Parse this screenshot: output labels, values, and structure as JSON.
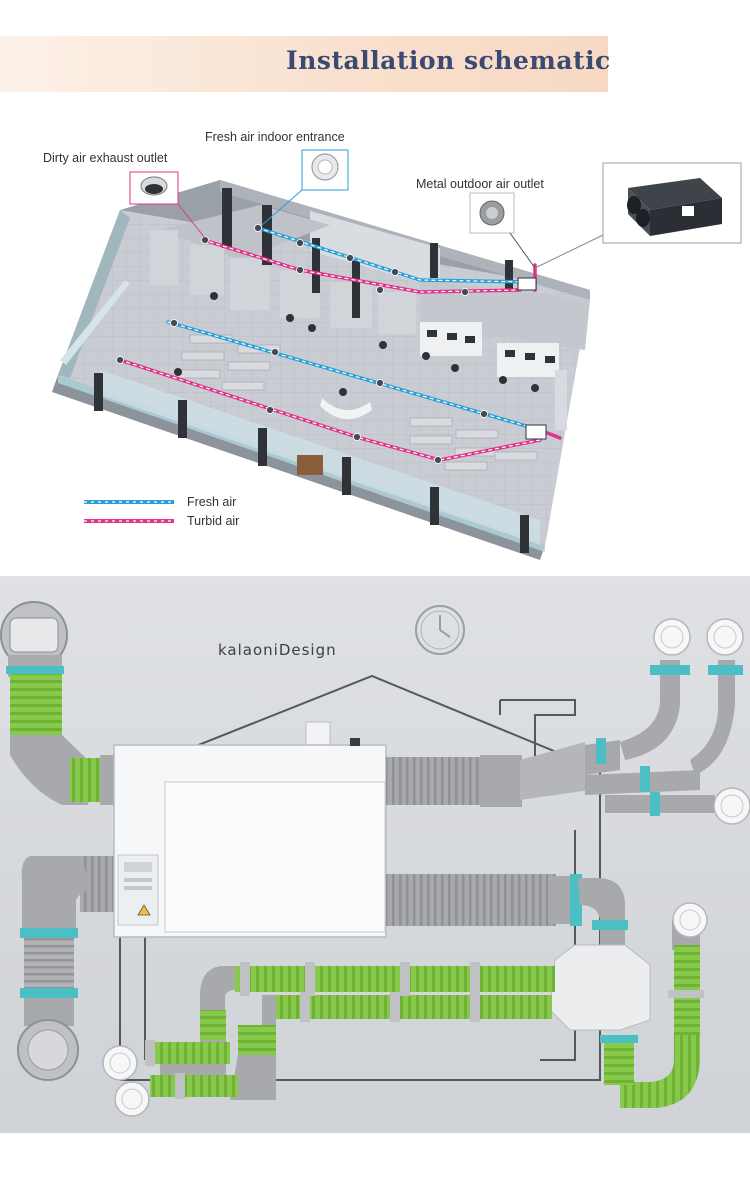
{
  "header": {
    "title": "Installation  schematic"
  },
  "callouts": {
    "fresh_air_indoor_entrance": "Fresh air indoor entrance",
    "dirty_air_exhaust_outlet": "Dirty air exhaust outlet",
    "metal_outdoor_air_outlet": "Metal outdoor air outlet"
  },
  "legend": {
    "fresh_air": "Fresh air",
    "turbid_air": "Turbid air"
  },
  "photo": {
    "brand": "kalaoniDesign"
  },
  "colors": {
    "fresh_air_line": "#2a9fd8",
    "turbid_air_line": "#e0338a",
    "title_text": "#3a4a73",
    "duct_green": "#86c94b",
    "duct_gray": "#a9abad",
    "duct_teal": "#4bbfc3",
    "board": "#d5d7da"
  }
}
